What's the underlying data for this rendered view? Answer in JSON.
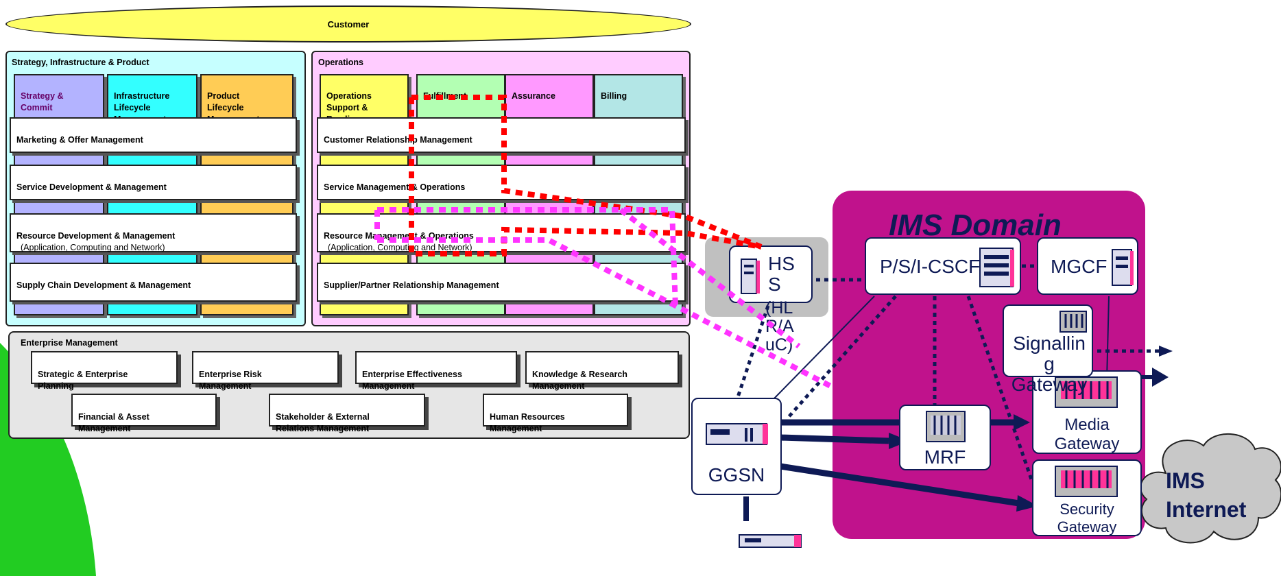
{
  "customer": "Customer",
  "sip": {
    "title": "Strategy, Infrastructure & Product",
    "columns": [
      "Strategy &\nCommit",
      "Infrastructure\nLifecycle\nManagement",
      "Product\nLifecycle\nManagement"
    ],
    "rows": [
      {
        "label": "Marketing & Offer Management",
        "sub": ""
      },
      {
        "label": "Service Development & Management",
        "sub": ""
      },
      {
        "label": "Resource Development & Management",
        "sub": "(Application, Computing and Network)"
      },
      {
        "label": "Supply Chain Development & Management",
        "sub": ""
      }
    ]
  },
  "ops": {
    "title": "Operations",
    "columns": [
      "Operations\nSupport &\nReadiness",
      "Fulfillment",
      "Assurance",
      "Billing"
    ],
    "rows": [
      {
        "label": "Customer Relationship Management",
        "sub": ""
      },
      {
        "label": "Service Management & Operations",
        "sub": ""
      },
      {
        "label": "Resource Management & Operations",
        "sub": "(Application, Computing and Network)"
      },
      {
        "label": "Supplier/Partner Relationship Management",
        "sub": ""
      }
    ]
  },
  "enterprise": {
    "title": "Enterprise Management",
    "boxes": [
      "Strategic & Enterprise\nPlanning",
      "Enterprise Risk\nManagement",
      "Enterprise Effectiveness\nManagement",
      "Knowledge & Research\nManagement",
      "Financial & Asset\nManagement",
      "Stakeholder & External\nRelations Management",
      "Human Resources\nManagement"
    ]
  },
  "network": {
    "ims_domain": "IMS Domain",
    "hss": "HS\nS",
    "hss_sub": "(HL\nR/A\nuC)",
    "cscf": "P/S/I-CSCF",
    "mgcf": "MGCF",
    "signalling_gw": "Signallin\ng\nGateway",
    "media_gw": "Media\nGateway",
    "mrf": "MRF",
    "ggsn": "GGSN",
    "security_gw": "Security\nGateway",
    "ims_internet": "IMS\nInternet"
  },
  "colors": {
    "customer": "#ffff66",
    "sip_bg": "#c6ffff",
    "ops_bg": "#ffccff",
    "strategy": "#b3b3ff",
    "infrastructure": "#33ffff",
    "product": "#ffcc55",
    "ops_support": "#ffff66",
    "fulfillment": "#b3ffb3",
    "assurance": "#ff99ff",
    "billing": "#b3e6e6",
    "enterprise_bg": "#e6e6e6",
    "ims_domain": "#c0128c",
    "hss_bg": "#c0c0c0",
    "cloud": "#c8c8c8",
    "red_path": "#ff0000",
    "magenta_path": "#ff33ff",
    "navy": "#0e1a55",
    "green_shape": "#22cc22"
  }
}
